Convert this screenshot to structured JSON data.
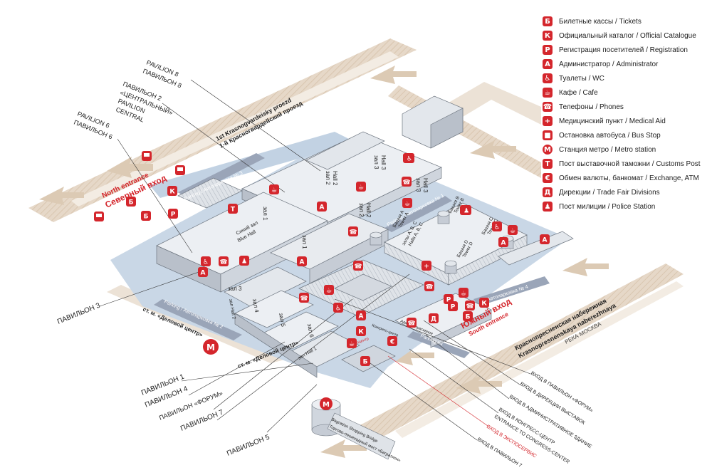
{
  "colors": {
    "accent": "#d4262c",
    "road": "#ece2d6",
    "road_arrow": "#dcc9b4",
    "parking": "#9aa5b8",
    "building_top": "#eceff3",
    "building_side": "#b9c0ca",
    "walkway": "#c5d5e6"
  },
  "legend": [
    {
      "glyph": "Б",
      "icon": "ticket-office-icon",
      "label": "Билетные кассы / Tickets"
    },
    {
      "glyph": "К",
      "icon": "catalogue-icon",
      "label": "Официальный каталог / Official Catalogue"
    },
    {
      "glyph": "Р",
      "icon": "registration-icon",
      "label": "Регистрация посетителей / Registration"
    },
    {
      "glyph": "А",
      "icon": "administrator-icon",
      "label": "Администратор / Administrator"
    },
    {
      "glyph": "♿",
      "icon": "wc-icon",
      "label": "Туалеты / WC"
    },
    {
      "glyph": "☕",
      "icon": "cafe-icon",
      "label": "Кафе / Cafe"
    },
    {
      "glyph": "☎",
      "icon": "phone-icon",
      "label": "Телефоны / Phones"
    },
    {
      "glyph": "+",
      "icon": "medical-aid-icon",
      "label": "Медицинский пункт / Medical Aid"
    },
    {
      "glyph": "■",
      "icon": "bus-stop-icon",
      "label": "Остановка автобуса / Bus Stop"
    },
    {
      "glyph": "М",
      "icon": "metro-icon",
      "label": "Станция метро / Metro station"
    },
    {
      "glyph": "Т",
      "icon": "customs-icon",
      "label": "Пост выставочной таможни / Customs Post"
    },
    {
      "glyph": "€",
      "icon": "exchange-icon",
      "label": "Обмен валюты, банкомат / Exchange, ATM"
    },
    {
      "glyph": "Д",
      "icon": "trade-divisions-icon",
      "label": "Дирекции / Trade Fair Divisions"
    },
    {
      "glyph": "♟",
      "icon": "police-icon",
      "label": "Пост милиции / Police Station"
    }
  ],
  "pavilions": {
    "p8": {
      "ru": "ПАВИЛЬОН 8",
      "en": "PAVILION 8"
    },
    "p2": {
      "ru": "ПАВИЛЬОН 2",
      "central_ru": "«ЦЕНТРАЛЬНЫЙ»",
      "en": "PAVILION",
      "central_en": "CENTRAL"
    },
    "p6": {
      "ru": "ПАВИЛЬОН 6",
      "en": "PAVILION 6"
    },
    "p3": "ПАВИЛЬОН 3",
    "p1": "ПАВИЛЬОН 1",
    "p4": "ПАВИЛЬОН 4",
    "forum": "ПАВИЛЬОН «ФОРУМ»",
    "p7": "ПАВИЛЬОН 7",
    "p5": "ПАВИЛЬОН 5"
  },
  "streets": {
    "proezd_en": "1st Krasnogvardeisky proezd",
    "proezd_ru": "1-й Красногвардейский проезд",
    "embankment_ru": "Краснопресненская набережная",
    "embankment_en": "Krasnopresnenskaya naberezhnaya",
    "river": "РЕКА МОСКВА",
    "metro1": "ст. м. «Деловой центр»",
    "metro2": "ст. м. «Деловой центр»"
  },
  "entrances": {
    "north_en": "North entrance",
    "north_ru": "Северный вход",
    "south_ru": "Южный вход",
    "south_en": "South entrance"
  },
  "parking": {
    "lot3": "Parking / Автопарковка № 3",
    "lot2": "Parking / Автопарковка № 2",
    "lot1": "Parking / Автопарковка № 1",
    "lot4": "Автопарковка № 4",
    "lot4b": "Parking #4"
  },
  "halls": {
    "h1_top": "зал 1",
    "h1_hall1": "зал 1",
    "h2_top": "зал 2",
    "h2_hall": "Hall 2",
    "h3_top": "зал 3",
    "h3_hall": "Hall 3",
    "h3b_top": "зал 3",
    "h3b_hall": "Hall 3",
    "h2b_top": "зал 2",
    "h2b_hall": "Hall 2",
    "h1c": "зал 1",
    "blue_ru": "Синий зал",
    "blue_en": "Blue Hall",
    "h3_p3": "зал 3",
    "h4": "зал 4",
    "h5": "зал 5",
    "h6": "зал 6",
    "h1_hall1b": "зал Hall 1",
    "h2_hall2b": "зал Hall 2",
    "abc_ru": "залы А, B, C",
    "abc_en": "Halls A, B, C",
    "tower_a": "Башня A",
    "tower_a_en": "Tower A",
    "tower_b": "Башня B",
    "tower_b_en": "Tower B",
    "tower_c": "Башня C",
    "tower_c_en": "Tower C",
    "tower_d": "Башня D",
    "tower_d_en": "Tower D",
    "admin_bld": "Административное",
    "congress": "Конгресс-центр",
    "expocenter": "Экспоцентр"
  },
  "bottom_labels": {
    "bridge_en": "Bagration Shopping Bridge",
    "bridge_ru": "Торгово-пешеходный мост «Багратион»"
  },
  "right_labels": [
    {
      "text": "ВХОД В ПАВИЛЬОН «ФОРУМ»",
      "red": false
    },
    {
      "text": "ВХОД В ДИРЕКЦИИ ВЫСТАВОК",
      "red": false
    },
    {
      "text": "ВХОД В АДМИНИСТРАТИВНОЕ ЗДАНИЕ",
      "red": false
    },
    {
      "text": "ВХОД В КОНГРЕСС-ЦЕНТР",
      "red": false
    },
    {
      "text": "ENTRANCE TO CONGRESS-CENTER",
      "red": false
    },
    {
      "text": "ВХОД В ЭКСПОСЕРВИС",
      "red": true
    },
    {
      "text": "ВХОД В ПАВИЛЬОН 7",
      "red": false
    }
  ],
  "map_markers": [
    {
      "glyph": "Б",
      "icon": "ticket-office-icon"
    },
    {
      "glyph": "К",
      "icon": "catalogue-icon"
    },
    {
      "glyph": "Р",
      "icon": "registration-icon"
    },
    {
      "glyph": "Т",
      "icon": "customs-icon"
    },
    {
      "glyph": "☕",
      "icon": "cafe-icon"
    },
    {
      "glyph": "А",
      "icon": "administrator-icon"
    },
    {
      "glyph": "♿",
      "icon": "wc-icon"
    },
    {
      "glyph": "☎",
      "icon": "phone-icon"
    },
    {
      "glyph": "♟",
      "icon": "police-icon"
    },
    {
      "glyph": "А",
      "icon": "administrator-icon"
    },
    {
      "glyph": "☕",
      "icon": "cafe-icon"
    },
    {
      "glyph": "♿",
      "icon": "wc-icon"
    },
    {
      "glyph": "☕",
      "icon": "cafe-icon"
    },
    {
      "glyph": "☎",
      "icon": "phone-icon"
    },
    {
      "glyph": "А",
      "icon": "administrator-icon"
    },
    {
      "glyph": "☎",
      "icon": "phone-icon"
    },
    {
      "glyph": "☎",
      "icon": "phone-icon"
    },
    {
      "glyph": "☕",
      "icon": "cafe-icon"
    },
    {
      "glyph": "♿",
      "icon": "wc-icon"
    },
    {
      "glyph": "А",
      "icon": "administrator-icon"
    },
    {
      "glyph": "☎",
      "icon": "phone-icon"
    },
    {
      "glyph": "+",
      "icon": "medical-aid-icon"
    },
    {
      "glyph": "☎",
      "icon": "phone-icon"
    },
    {
      "glyph": "♟",
      "icon": "police-icon"
    },
    {
      "glyph": "♿",
      "icon": "wc-icon"
    },
    {
      "glyph": "☕",
      "icon": "cafe-icon"
    },
    {
      "glyph": "А",
      "icon": "administrator-icon"
    },
    {
      "glyph": "А",
      "icon": "administrator-icon"
    },
    {
      "glyph": "Р",
      "icon": "registration-icon"
    },
    {
      "glyph": "Б",
      "icon": "ticket-office-icon"
    },
    {
      "glyph": "К",
      "icon": "catalogue-icon"
    },
    {
      "glyph": "Д",
      "icon": "trade-divisions-icon"
    },
    {
      "glyph": "☎",
      "icon": "phone-icon"
    },
    {
      "glyph": "К",
      "icon": "catalogue-icon"
    },
    {
      "glyph": "☕",
      "icon": "cafe-icon"
    },
    {
      "glyph": "€",
      "icon": "exchange-icon"
    },
    {
      "glyph": "Б",
      "icon": "ticket-office-icon"
    },
    {
      "glyph": "☕",
      "icon": "cafe-icon"
    },
    {
      "glyph": "☎",
      "icon": "phone-icon"
    },
    {
      "glyph": "Р",
      "icon": "registration-icon"
    },
    {
      "glyph": "♟",
      "icon": "police-icon"
    },
    {
      "glyph": "♿",
      "icon": "wc-icon"
    },
    {
      "glyph": "Б",
      "icon": "ticket-office-icon"
    }
  ]
}
